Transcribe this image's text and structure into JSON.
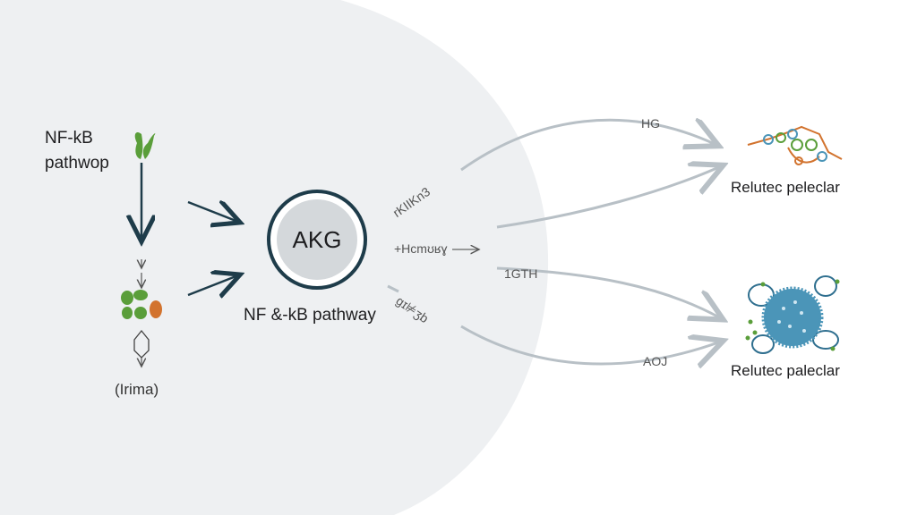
{
  "left": {
    "title_line1": "NF-kB",
    "title_line2": "pathwop",
    "bottom_label": "(Irima)"
  },
  "center": {
    "node": "AKG",
    "caption": "NF &-kB pathway"
  },
  "middle_labels": {
    "upper": "rKIIKn3",
    "middle": "+Hcmʊʁɣ",
    "lower": "gɪ⊭ʒb",
    "gth": "1GTH"
  },
  "arrow_labels": {
    "top": "HG",
    "bottom": "AOJ"
  },
  "right": {
    "top_label": "Relutec pelеclar",
    "bottom_label": "Relutec paleclar"
  },
  "colors": {
    "background_shape": "#eef0f2",
    "dark_arrow": "#1e3c4a",
    "gray_arrow": "#b8c0c6",
    "green": "#5a9e3a",
    "orange": "#d2732e",
    "blue": "#4b95b8"
  }
}
